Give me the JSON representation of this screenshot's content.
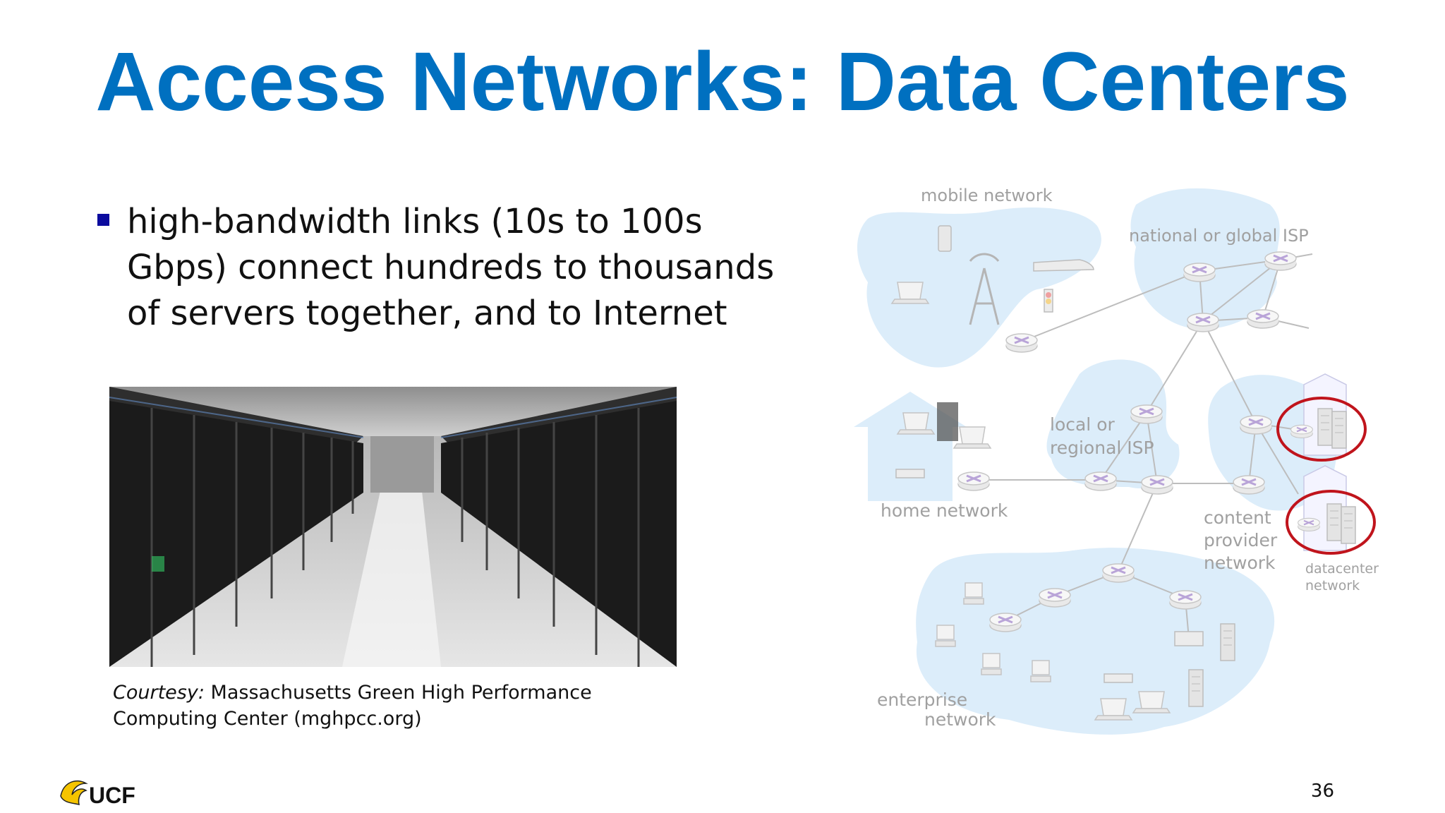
{
  "slide": {
    "title": "Access Networks: Data Centers",
    "bullet": "high-bandwidth links (10s to 100s Gbps) connect hundreds to thousands of servers together, and to Internet",
    "caption_prefix": "Courtesy:",
    "caption_text": "Massachusetts Green High Performance Computing Center (mghpcc.org)",
    "page_number": "36",
    "logo_text": "UCF",
    "colors": {
      "title": "#0070c0",
      "bullet_marker": "#0b0b9e",
      "cloud": "#dcedfa",
      "highlight": "#c0141c"
    }
  },
  "diagram": {
    "labels": {
      "mobile": "mobile network",
      "isp": "national or global ISP",
      "local1": "local or",
      "local2": "regional ISP",
      "home": "home network",
      "content1": "content",
      "content2": "provider",
      "content3": "network",
      "dc1": "datacenter",
      "dc2": "network",
      "ent1": "enterprise",
      "ent2": "network"
    }
  }
}
